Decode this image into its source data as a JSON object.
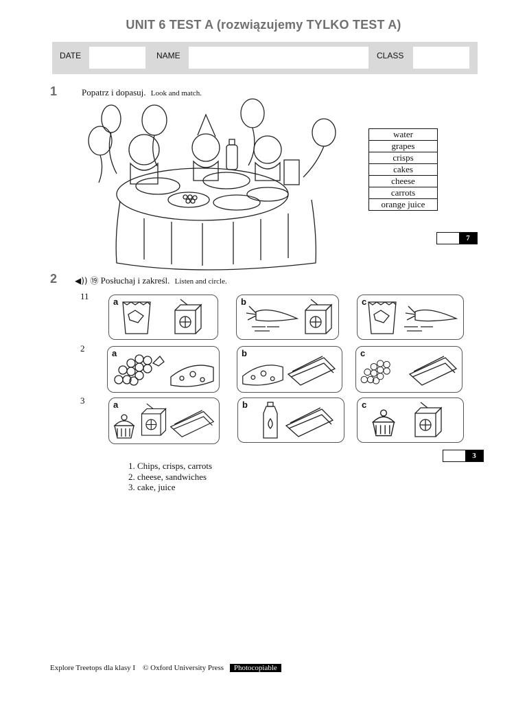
{
  "header": {
    "title": "UNIT 6  TEST A (rozwiązujemy TYLKO TEST A)"
  },
  "info_bar": {
    "date_label": "DATE",
    "name_label": "NAME",
    "class_label": "CLASS"
  },
  "exercise1": {
    "number": "1",
    "instruction_pl": "Popatrz i dopasuj.",
    "instruction_en": "Look and match.",
    "words": [
      "water",
      "grapes",
      "crisps",
      "cakes",
      "cheese",
      "carrots",
      "orange juice"
    ],
    "points": "7"
  },
  "exercise2": {
    "number": "2",
    "audio_glyphs": "◀)) ⑲",
    "instruction_pl": "Posłuchaj i zakreśl.",
    "instruction_en": "Listen and circle.",
    "rows": [
      {
        "label": "11",
        "options": [
          {
            "letter": "a",
            "items": [
              "crisps-icon",
              "juice-box-icon"
            ]
          },
          {
            "letter": "b",
            "items": [
              "carrot-icon",
              "juice-box-icon"
            ]
          },
          {
            "letter": "c",
            "items": [
              "crisps-icon",
              "carrot-icon"
            ]
          }
        ]
      },
      {
        "label": "2",
        "options": [
          {
            "letter": "a",
            "items": [
              "grapes-icon",
              "cheese-icon"
            ]
          },
          {
            "letter": "b",
            "items": [
              "cheese-icon",
              "sandwich-icon"
            ]
          },
          {
            "letter": "c",
            "items": [
              "grapes-icon",
              "sandwich-icon"
            ]
          }
        ]
      },
      {
        "label": "3",
        "options": [
          {
            "letter": "a",
            "items": [
              "cake-icon",
              "juice-box-icon",
              "sandwich-icon"
            ]
          },
          {
            "letter": "b",
            "items": [
              "water-bottle-icon",
              "sandwich-icon"
            ]
          },
          {
            "letter": "c",
            "items": [
              "cake-icon",
              "juice-box-icon"
            ]
          }
        ]
      }
    ],
    "points": "3",
    "answers": [
      "1. Chips, crisps, carrots",
      "2. cheese, sandwiches",
      "3. cake, juice"
    ]
  },
  "footer": {
    "book": "Explore Treetops  dla klasy I",
    "publisher": "© Oxford University Press",
    "tag": "Photocopiable"
  }
}
